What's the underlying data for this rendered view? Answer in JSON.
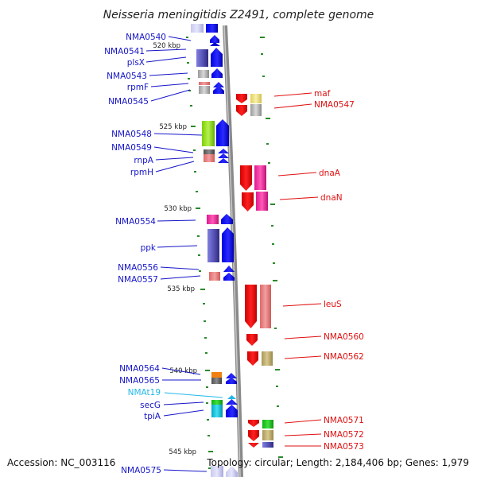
{
  "title": "Neisseria meningitidis Z2491, complete genome",
  "footer": {
    "accession": "Accession: NC_003116",
    "topology": "Topology: circular; Length: 2,184,406 bp; Genes: 1,979"
  },
  "colors": {
    "left_label": "#1515c8",
    "right_label": "#e01010",
    "trna_label": "#22b8e8",
    "backbone": "#8a8a8a",
    "tick": "#2a8a2a"
  },
  "kbp_marks": [
    "520 kbp",
    "525 kbp",
    "530 kbp",
    "535 kbp",
    "540 kbp",
    "545 kbp"
  ],
  "genes_left": [
    {
      "label": "NMA0540"
    },
    {
      "label": "NMA0541"
    },
    {
      "label": "plsX"
    },
    {
      "label": "NMA0543"
    },
    {
      "label": "rpmF"
    },
    {
      "label": "NMA0545"
    },
    {
      "label": "NMA0548"
    },
    {
      "label": "NMA0549"
    },
    {
      "label": "rnpA"
    },
    {
      "label": "rpmH"
    },
    {
      "label": "NMA0554"
    },
    {
      "label": "ppk"
    },
    {
      "label": "NMA0556"
    },
    {
      "label": "NMA0557"
    },
    {
      "label": "NMA0564"
    },
    {
      "label": "NMA0565"
    },
    {
      "label": "NMAt19"
    },
    {
      "label": "secG"
    },
    {
      "label": "tpiA"
    },
    {
      "label": "NMA0575"
    }
  ],
  "genes_right": [
    {
      "label": "maf"
    },
    {
      "label": "NMA0547"
    },
    {
      "label": "dnaA"
    },
    {
      "label": "dnaN"
    },
    {
      "label": "leuS"
    },
    {
      "label": "NMA0560"
    },
    {
      "label": "NMA0562"
    },
    {
      "label": "NMA0571"
    },
    {
      "label": "NMA0572"
    },
    {
      "label": "NMA0573"
    }
  ]
}
